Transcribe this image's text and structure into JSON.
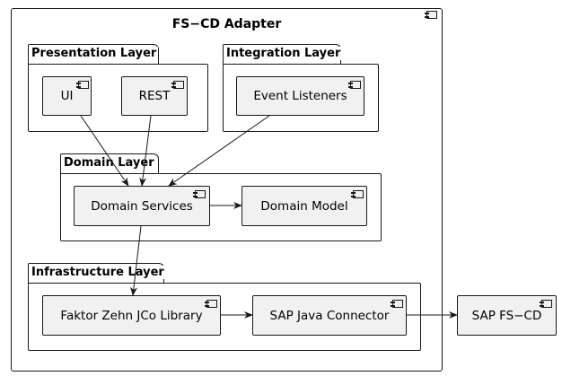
{
  "adapter": {
    "title": "FS−CD Adapter"
  },
  "layers": {
    "presentation": {
      "label": "Presentation Layer",
      "components": {
        "ui": "UI",
        "rest": "REST"
      }
    },
    "integration": {
      "label": "Integration Layer",
      "components": {
        "event_listeners": "Event Listeners"
      }
    },
    "domain": {
      "label": "Domain Layer",
      "components": {
        "services": "Domain Services",
        "model": "Domain Model"
      }
    },
    "infrastructure": {
      "label": "Infrastructure Layer",
      "components": {
        "jco": "Faktor Zehn JCo Library",
        "connector": "SAP Java Connector"
      }
    }
  },
  "external": {
    "sap_fscd": "SAP FS−CD"
  },
  "relations": [
    {
      "from": "UI",
      "to": "Domain Services"
    },
    {
      "from": "REST",
      "to": "Domain Services"
    },
    {
      "from": "Event Listeners",
      "to": "Domain Services"
    },
    {
      "from": "Domain Services",
      "to": "Domain Model"
    },
    {
      "from": "Domain Services",
      "to": "Faktor Zehn JCo Library"
    },
    {
      "from": "Faktor Zehn JCo Library",
      "to": "SAP Java Connector"
    },
    {
      "from": "SAP Java Connector",
      "to": "SAP FS−CD"
    }
  ]
}
